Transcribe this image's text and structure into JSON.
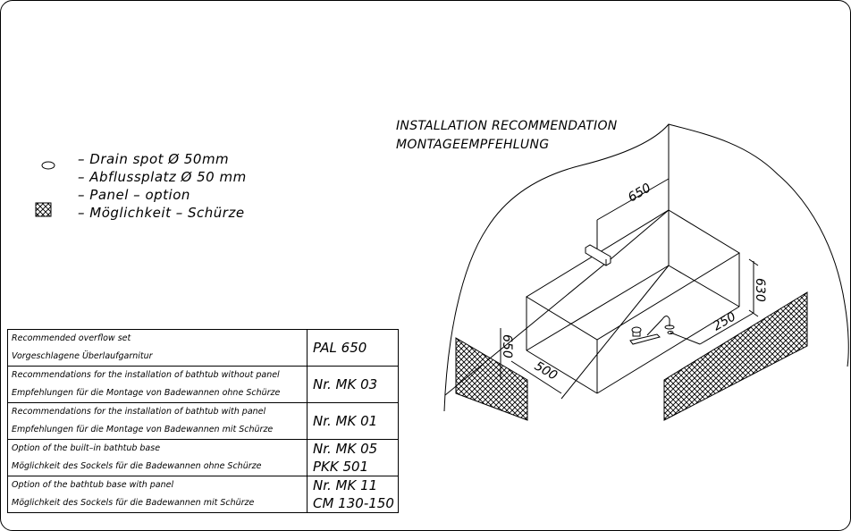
{
  "legend": [
    {
      "icon": "drain-icon",
      "lines": [
        "– Drain spot Ø 50mm",
        "– Abflussplatz Ø 50 mm"
      ]
    },
    {
      "icon": "panel-hatch-icon",
      "lines": [
        "– Panel – option",
        "– Möglichkeit – Schürze"
      ]
    }
  ],
  "drawing": {
    "title_en": "INSTALLATION  RECOMMENDATION",
    "title_de": "MONTAGEEMPFEHLUNG",
    "dimensions": {
      "spout_distance": "650",
      "tub_height_right": "630",
      "drain_offset": "250",
      "depth": "500",
      "tub_height_left": "650"
    }
  },
  "table": [
    {
      "en": "Recommended overflow set",
      "de": "Vorgeschlagene Überlaufgarnitur",
      "codes": [
        "PAL 650"
      ]
    },
    {
      "en": "Recommendations for the installation of bathtub without panel",
      "de": "Empfehlungen für die Montage von Badewannen ohne Schürze",
      "codes": [
        "Nr. MK 03"
      ]
    },
    {
      "en": "Recommendations for the installation of bathtub with panel",
      "de": "Empfehlungen für die Montage von Badewannen mit Schürze",
      "codes": [
        "Nr. MK 01"
      ]
    },
    {
      "en": "Option of the built–in bathtub base",
      "de": "Möglichkeit des Sockels für die Badewannen ohne Schürze",
      "codes": [
        "Nr. MK 05",
        "PKK 501"
      ]
    },
    {
      "en": "Option of the bathtub base with panel",
      "de": "Möglichkeit des Sockels für die Badewannen mit Schürze",
      "codes": [
        "Nr. MK 11",
        "CM 130-150"
      ]
    }
  ]
}
